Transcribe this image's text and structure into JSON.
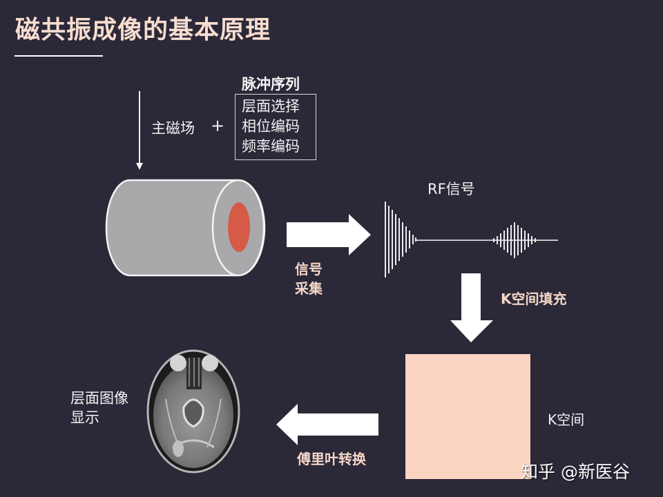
{
  "title": "磁共振成像的基本原理",
  "main_field": {
    "label": "主磁场",
    "plus": "+"
  },
  "pulse_sequence": {
    "title": "脉冲序列",
    "items": [
      "层面选择",
      "相位编码",
      "频率编码"
    ]
  },
  "scanner": {
    "body_color": "#a9a8ab",
    "target_color": "#d65a48"
  },
  "steps": {
    "signal_acquisition": [
      "信号",
      "采集"
    ],
    "rf_signal": "RF信号",
    "k_space_filling": "K空间填充",
    "k_space": "K空间",
    "fourier_transform": "傅里叶转换",
    "slice_image_display": [
      "层面图像",
      "显示"
    ]
  },
  "colors": {
    "background": "#2b2838",
    "title": "#f7ddd0",
    "accent_label": "#f4d6c8",
    "k_space_fill": "#fcd5c2",
    "arrow": "#ffffff"
  },
  "watermark": "知乎 @新医谷"
}
